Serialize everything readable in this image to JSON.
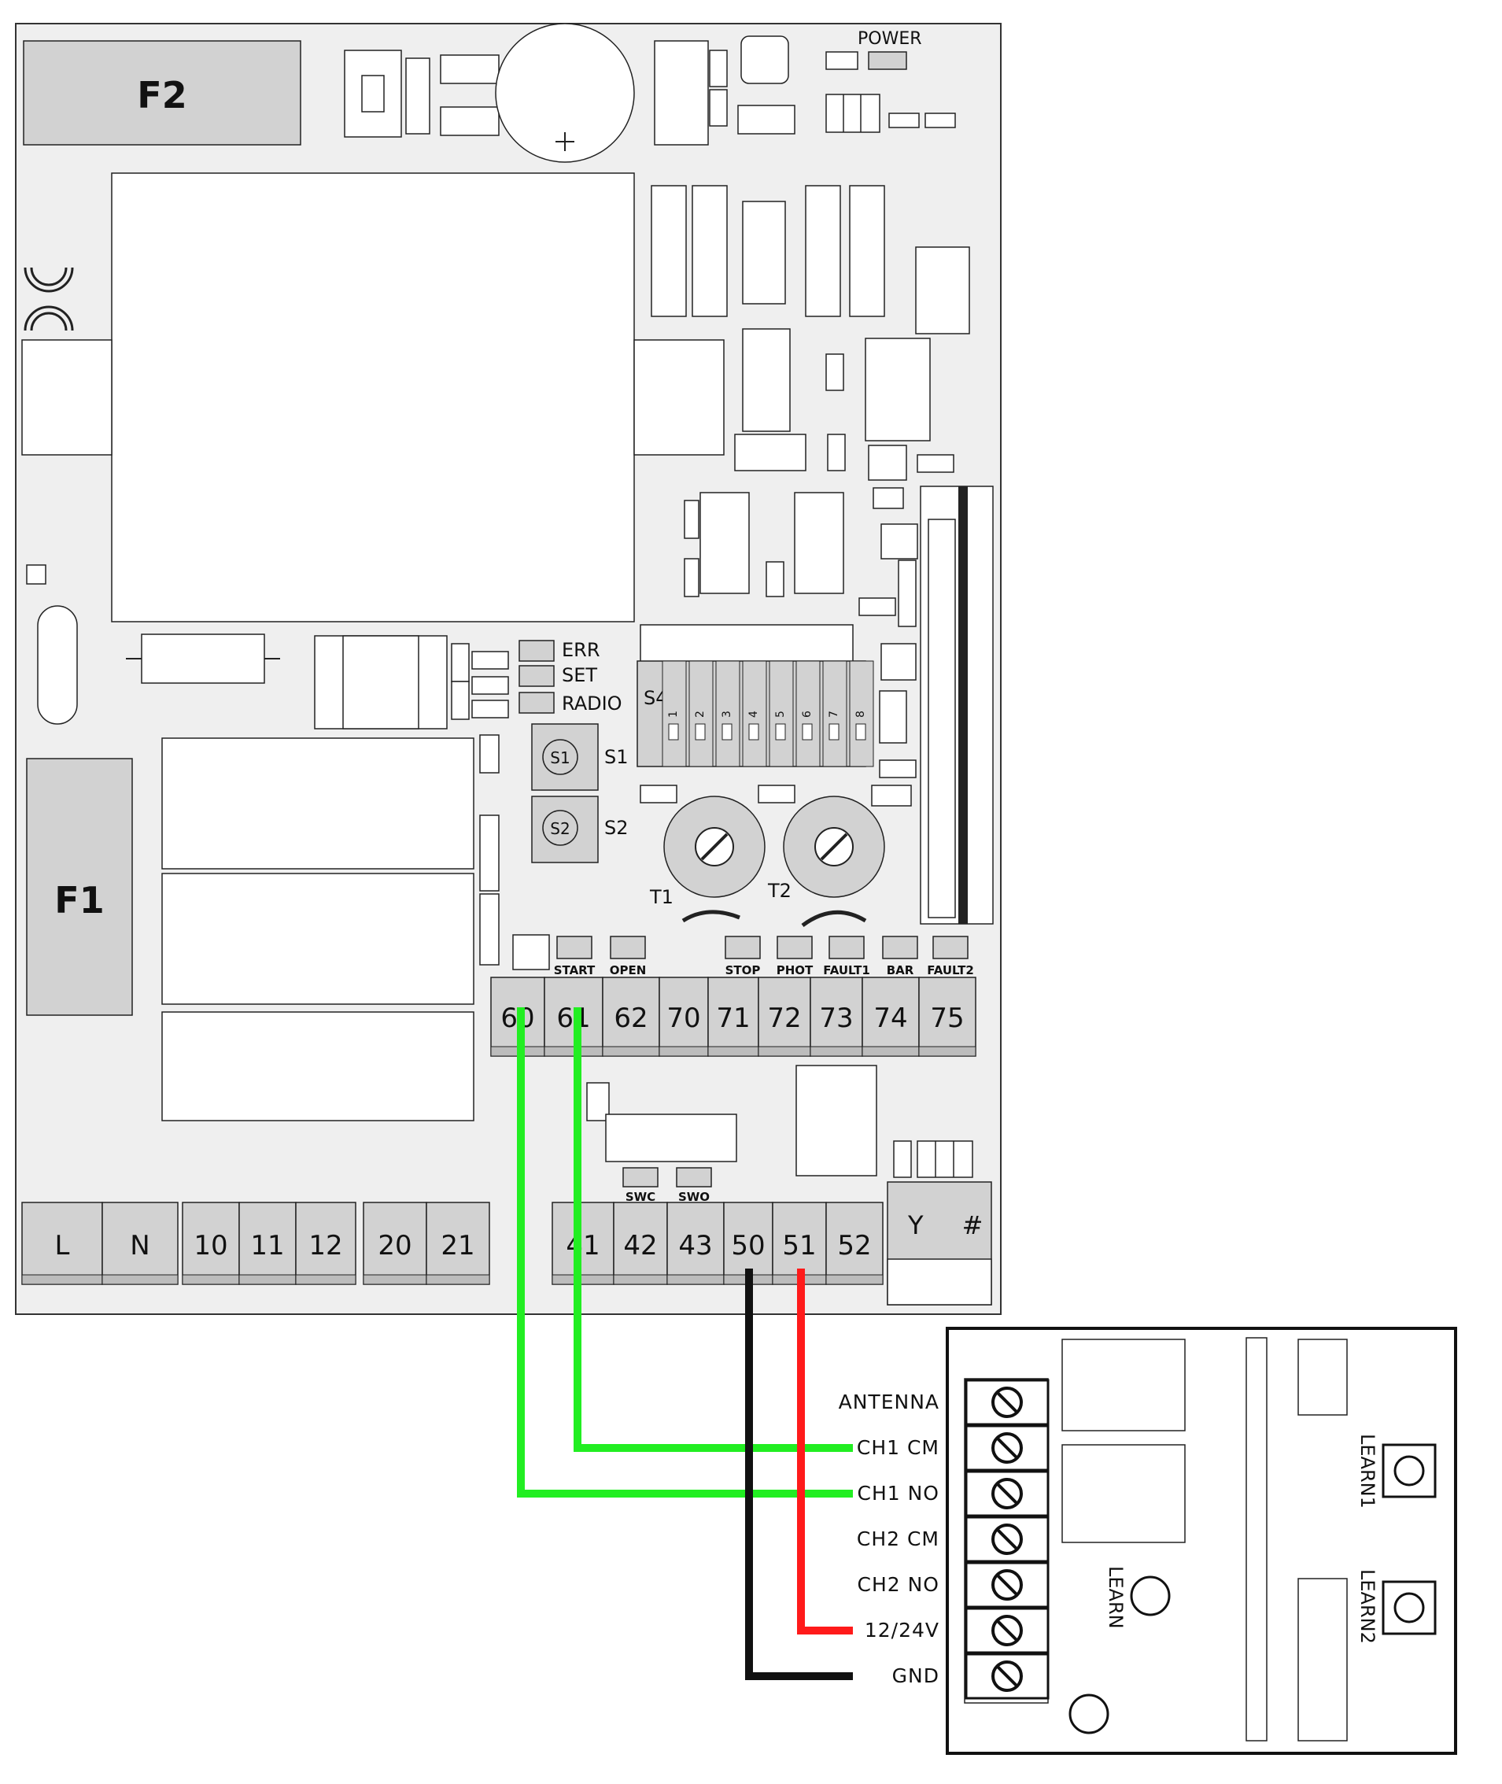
{
  "board": {
    "fuses": [
      {
        "key": "f2",
        "label": "F2"
      },
      {
        "key": "f1",
        "label": "F1"
      }
    ],
    "power_label": "POWER",
    "leds_left": [
      {
        "key": "err",
        "label": "ERR"
      },
      {
        "key": "set",
        "label": "SET"
      },
      {
        "key": "radio",
        "label": "RADIO"
      }
    ],
    "buttons": [
      {
        "key": "s1",
        "label": "S1"
      },
      {
        "key": "s2",
        "label": "S2"
      }
    ],
    "dip_switch": {
      "label": "S4",
      "positions": [
        "1",
        "2",
        "3",
        "4",
        "5",
        "6",
        "7",
        "8"
      ]
    },
    "trimmers": [
      {
        "key": "t1",
        "label": "T1"
      },
      {
        "key": "t2",
        "label": "T2"
      }
    ],
    "status_leds": [
      "START",
      "OPEN",
      "STOP",
      "PHOT",
      "FAULT1",
      "BAR",
      "FAULT2"
    ],
    "switch_leds": [
      "SWC",
      "SWO"
    ],
    "upper_terminals": [
      "60",
      "61",
      "62",
      "70",
      "71",
      "72",
      "73",
      "74",
      "75"
    ],
    "lower_terminals_left": [
      "L",
      "N",
      "10",
      "11",
      "12",
      "20",
      "21"
    ],
    "lower_terminals_right": [
      "41",
      "42",
      "43",
      "50",
      "51",
      "52"
    ],
    "antenna_terminals": [
      "Y",
      "#"
    ]
  },
  "receiver": {
    "terminals": [
      "ANTENNA",
      "CH1 CM",
      "CH1 NO",
      "CH2 CM",
      "CH2 NO",
      "12/24V",
      "GND"
    ],
    "buttons": [
      "LEARN1",
      "LEARN2",
      "LEARN"
    ]
  },
  "wires": [
    {
      "from": "61",
      "to": "CH1 CM",
      "color": "#22ee22"
    },
    {
      "from": "60",
      "to": "CH1 NO",
      "color": "#22ee22"
    },
    {
      "from": "51",
      "to": "12/24V",
      "color": "#ff1a1a"
    },
    {
      "from": "50",
      "to": "GND",
      "color": "#111111"
    }
  ],
  "colors": {
    "board_fill": "#efefef",
    "fuse_fill": "#d2d2d2",
    "wire_green": "#22ee22",
    "wire_red": "#ff1a1a",
    "wire_black": "#111111"
  }
}
